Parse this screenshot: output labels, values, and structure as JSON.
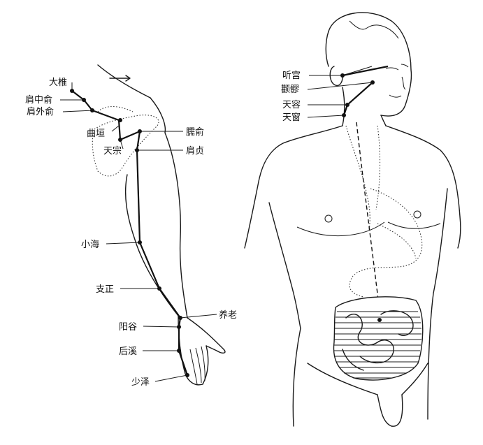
{
  "arm_points": [
    {
      "id": "dazhui",
      "label": "大椎"
    },
    {
      "id": "jianzhongshu",
      "label": "肩中俞"
    },
    {
      "id": "jianwaishu",
      "label": "肩外俞"
    },
    {
      "id": "quyuan",
      "label": "曲垣"
    },
    {
      "id": "tianzong",
      "label": "天宗"
    },
    {
      "id": "naoshu",
      "label": "臑俞"
    },
    {
      "id": "jianzhen",
      "label": "肩贞"
    },
    {
      "id": "xiaohai",
      "label": "小海"
    },
    {
      "id": "zhizheng",
      "label": "支正"
    },
    {
      "id": "yanglao",
      "label": "养老"
    },
    {
      "id": "yanggu",
      "label": "阳谷"
    },
    {
      "id": "houxi",
      "label": "后溪"
    },
    {
      "id": "shaoze",
      "label": "少泽"
    }
  ],
  "head_points": [
    {
      "id": "tinggong",
      "label": "听宫"
    },
    {
      "id": "quanliao",
      "label": "颧髎"
    },
    {
      "id": "tianrong",
      "label": "天容"
    },
    {
      "id": "tianchuang",
      "label": "天窗"
    }
  ],
  "colors": {
    "ink": "#1a1a1a",
    "background": "#ffffff"
  }
}
